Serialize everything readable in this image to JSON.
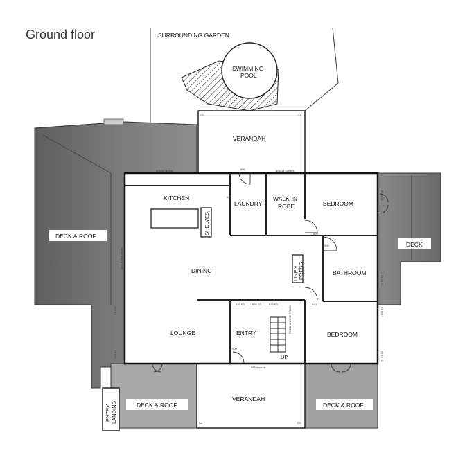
{
  "title": "Ground floor",
  "labels": {
    "garden": "SURROUNDING GARDEN",
    "pool_line1": "SWIMMING",
    "pool_line2": "POOL",
    "verandah_top": "VERANDAH",
    "kitchen": "KITCHEN",
    "laundry": "LAUNDRY",
    "walkin_line1": "WALK-IN",
    "walkin_line2": "ROBE",
    "bedroom_top": "BEDROOM",
    "shelves": "SHELVES",
    "deck_roof_left": "DECK & ROOF",
    "deck_right": "DECK",
    "dining": "DINING",
    "linen_line1": "LINEN",
    "linen_line2": "PRESS",
    "bathroom": "BATHROOM",
    "lounge": "LOUNGE",
    "entry": "ENTRY",
    "bedroom_bottom": "BEDROOM",
    "up": "UP",
    "entry_landing_line1": "ENTRY",
    "entry_landing_line2": "LANDING",
    "deck_roof_bottom_left": "DECK & ROOF",
    "verandah_bottom": "VERANDAH",
    "deck_roof_bottom_right": "DECK & ROOF"
  },
  "annotations": {
    "dim_top_left": "805-30 Bi-fold",
    "dim_top_right": "805-15 louvres",
    "door_900_a": "900",
    "door_900_b": "900",
    "door_900_c": "900",
    "door_900_d": "900",
    "door_900_e": "900",
    "door_900_f": "900",
    "door_820_a": "820 SD",
    "door_820_b": "820 SD",
    "door_820_c": "820 SD",
    "stair_note": "ROBE UNDER STAIRS",
    "dim_bottom": "689 louvres",
    "dim_left_wall": "2455 Bi-fold doors",
    "dim_left_b": "730-78",
    "dim_left_c": "780-30",
    "dim_right_a": "2170-78",
    "dim_right_b": "2170-78",
    "dim_right_c": "2170-78",
    "dim_right_d": "2170-78",
    "column_c1": "C1",
    "column_c2": "C1",
    "column_c3": "C1",
    "column_c4": "C1"
  },
  "colors": {
    "deck_dark": "#6d6d6d",
    "deck_mid": "#9a9a9a",
    "deck_light": "#b5b5b5",
    "wall": "#222222",
    "label_bg": "#ffffff"
  }
}
